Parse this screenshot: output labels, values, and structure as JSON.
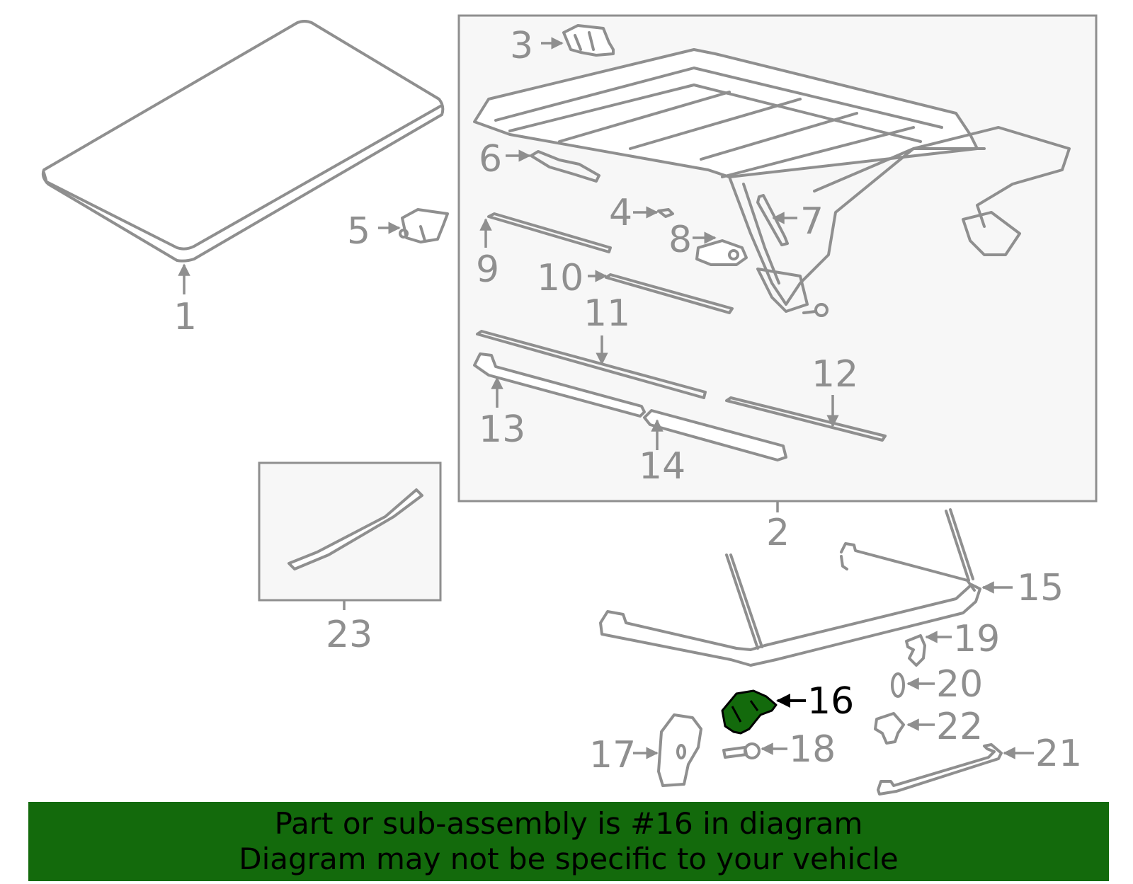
{
  "callouts": [
    {
      "id": "1",
      "text": "1",
      "highlight": false
    },
    {
      "id": "2",
      "text": "2",
      "highlight": false
    },
    {
      "id": "3",
      "text": "3",
      "highlight": false
    },
    {
      "id": "4",
      "text": "4",
      "highlight": false
    },
    {
      "id": "5",
      "text": "5",
      "highlight": false
    },
    {
      "id": "6",
      "text": "6",
      "highlight": false
    },
    {
      "id": "7",
      "text": "7",
      "highlight": false
    },
    {
      "id": "8",
      "text": "8",
      "highlight": false
    },
    {
      "id": "9",
      "text": "9",
      "highlight": false
    },
    {
      "id": "10",
      "text": "10",
      "highlight": false
    },
    {
      "id": "11",
      "text": "11",
      "highlight": false
    },
    {
      "id": "12",
      "text": "12",
      "highlight": false
    },
    {
      "id": "13",
      "text": "13",
      "highlight": false
    },
    {
      "id": "14",
      "text": "14",
      "highlight": false
    },
    {
      "id": "15",
      "text": "15",
      "highlight": false
    },
    {
      "id": "16",
      "text": "16",
      "highlight": true
    },
    {
      "id": "17",
      "text": "17",
      "highlight": false
    },
    {
      "id": "18",
      "text": "18",
      "highlight": false
    },
    {
      "id": "19",
      "text": "19",
      "highlight": false
    },
    {
      "id": "20",
      "text": "20",
      "highlight": false
    },
    {
      "id": "21",
      "text": "21",
      "highlight": false
    },
    {
      "id": "22",
      "text": "22",
      "highlight": false
    },
    {
      "id": "23",
      "text": "23",
      "highlight": false
    }
  ],
  "colors": {
    "line_gray": "#8f8f8f",
    "panel_fill": "#f7f7f7",
    "highlight_part": "#136a0c",
    "banner_bg": "#136a0c",
    "banner_text": "#000000"
  },
  "banner": {
    "line1": "Part or sub-assembly is #16 in diagram",
    "line2": "Diagram may not be specific to your vehicle"
  }
}
